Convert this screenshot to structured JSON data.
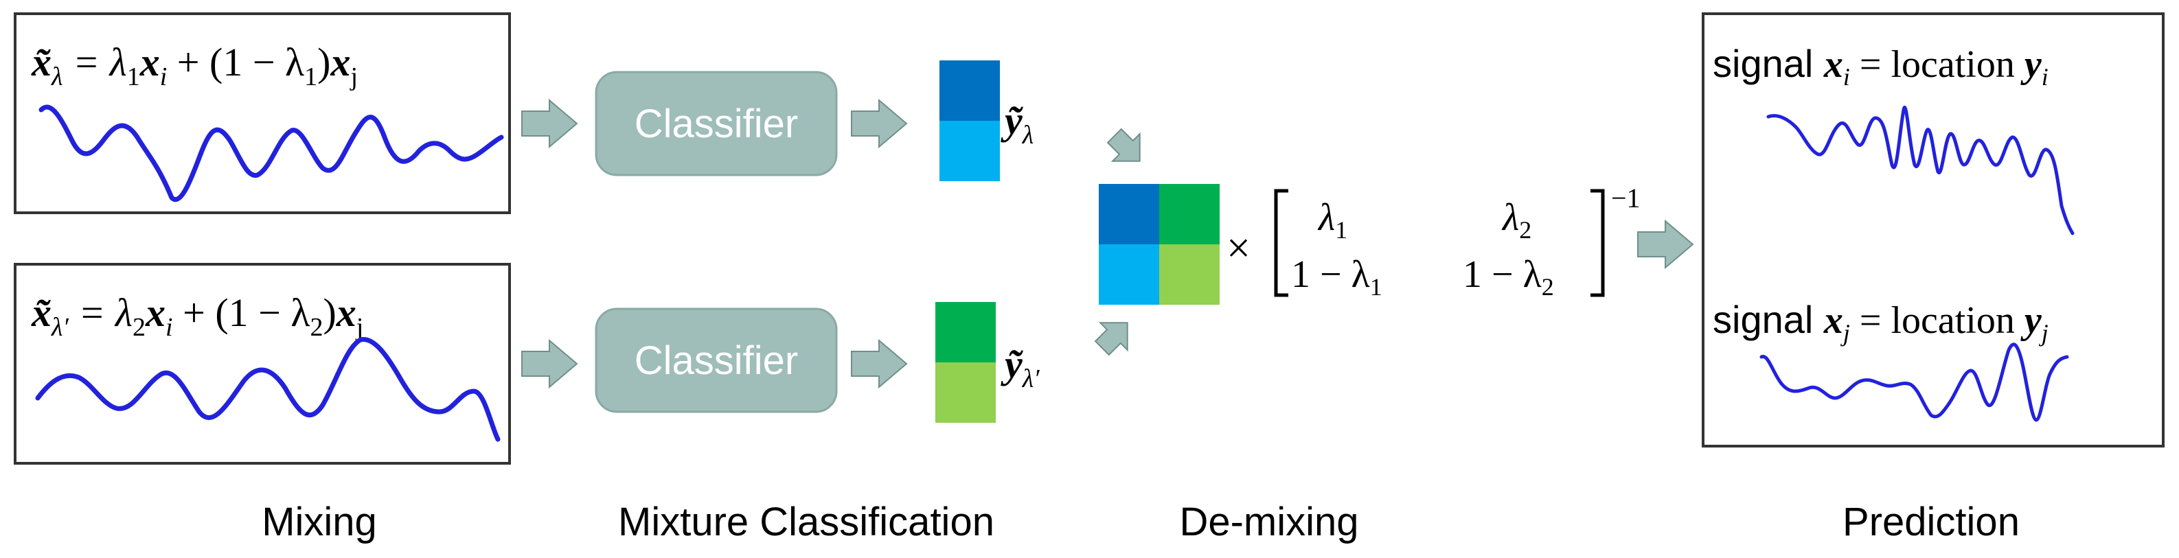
{
  "stages": {
    "mixing": "Mixing",
    "mixture_classification": "Mixture Classification",
    "demixing": "De-mixing",
    "prediction": "Prediction"
  },
  "mix1": {
    "lhs": "x̃",
    "lhs_sub": "λ",
    "eq": " = λ",
    "c1_sub": "1",
    "x1": "x",
    "x1_sub": "i",
    "plus": " + (1 − λ",
    "c2_sub": "1",
    "close": ")",
    "x2": "x",
    "x2_sub": "j"
  },
  "mix2": {
    "lhs": "x̃",
    "lhs_sub": "λ′",
    "eq": " = λ",
    "c1_sub": "2",
    "x1": "x",
    "x1_sub": "i",
    "plus": " + (1 − λ",
    "c2_sub": "2",
    "close": ")",
    "x2": "x",
    "x2_sub": "j"
  },
  "classifier": {
    "label": "Classifier"
  },
  "outputs": {
    "y1": "ỹ",
    "y1_sub": "λ",
    "y2": "ỹ",
    "y2_sub": "λ′"
  },
  "matrix": {
    "times": "×",
    "a11": "λ",
    "a11_sub": "1",
    "a12": "λ",
    "a12_sub": "2",
    "a21": "1 − λ",
    "a21_sub": "1",
    "a22": "1 − λ",
    "a22_sub": "2",
    "exponent": "−1"
  },
  "prediction": {
    "line1_word": "signal ",
    "line1_x": "x",
    "line1_x_sub": "i",
    "line1_eq": " = location ",
    "line1_y": "y",
    "line1_y_sub": "i",
    "line2_word": "signal ",
    "line2_x": "x",
    "line2_x_sub": "j",
    "line2_eq": " = location ",
    "line2_y": "y",
    "line2_y_sub": "j"
  },
  "colors": {
    "blue_dark": "#0070c0",
    "blue_light": "#00b0f0",
    "green_dark": "#00b050",
    "green_light": "#92d050",
    "classifier_fill": "#9fbdb9",
    "arrow_fill": "#9fbdb9",
    "signal": "#2222dd"
  }
}
